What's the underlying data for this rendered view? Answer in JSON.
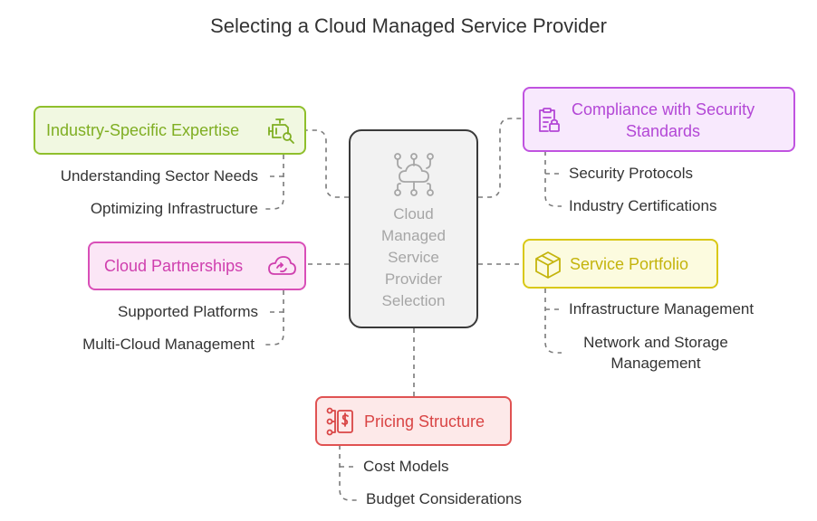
{
  "title": "Selecting a Cloud Managed Service Provider",
  "center": {
    "lines": [
      "Cloud",
      "Managed",
      "Service",
      "Provider",
      "Selection"
    ],
    "icon": "cloud-network-icon"
  },
  "colors": {
    "green": "#8fbf2c",
    "green_bg": "#f1f8e1",
    "purple": "#c053e0",
    "purple_bg": "#f8e9fd",
    "pink": "#d94fb8",
    "pink_bg": "#fbe6f6",
    "yellow": "#d9c814",
    "yellow_bg": "#fcfbdf",
    "red": "#e05252",
    "red_bg": "#fde9e9",
    "connector": "#7a7a7a"
  },
  "nodes": {
    "industry": {
      "label": "Industry-Specific Expertise",
      "icon": "engine-search-icon",
      "items": [
        "Understanding Sector Needs",
        "Optimizing Infrastructure"
      ]
    },
    "compliance": {
      "label_lines": [
        "Compliance with Security",
        "Standards"
      ],
      "icon": "clipboard-lock-icon",
      "items": [
        "Security Protocols",
        "Industry Certifications"
      ]
    },
    "partnerships": {
      "label": "Cloud Partnerships",
      "icon": "cloud-sync-icon",
      "items": [
        "Supported Platforms",
        "Multi-Cloud Management"
      ]
    },
    "portfolio": {
      "label": "Service Portfolio",
      "icon": "box-icon",
      "items": [
        "Infrastructure Management"
      ],
      "item_multiline": [
        "Network and Storage",
        "Management"
      ]
    },
    "pricing": {
      "label": "Pricing Structure",
      "icon": "pricing-flow-icon",
      "items": [
        "Cost Models",
        "Budget Considerations"
      ]
    }
  }
}
